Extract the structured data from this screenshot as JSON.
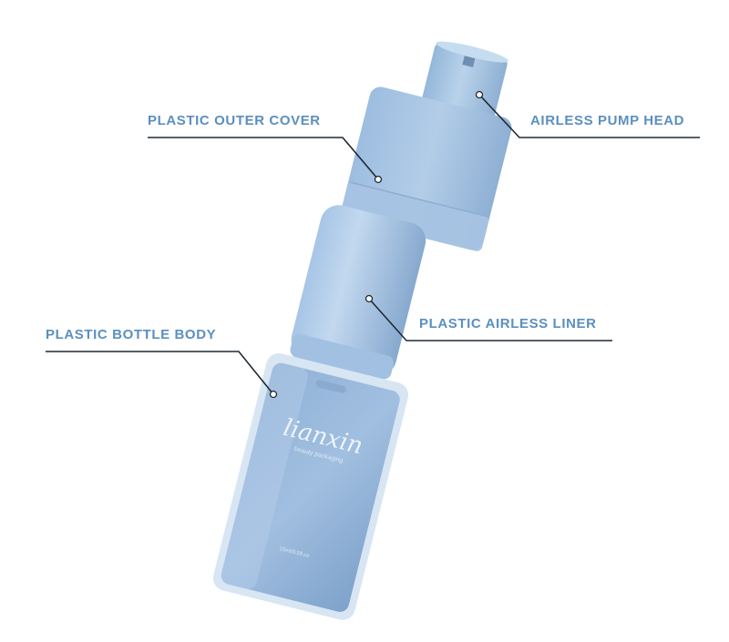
{
  "labels": {
    "outer_cover": "PLASTIC OUTER COVER",
    "pump_head": "AIRLESS PUMP HEAD",
    "airless_liner": "PLASTIC AIRLESS LINER",
    "bottle_body": "PLASTIC BOTTLE BODY"
  },
  "bottle_print": {
    "brand": "lianxin",
    "tagline": "beauty packaging",
    "volume": "15ml/0.5fl.oz"
  },
  "colors": {
    "label_text": "#5b8fc0",
    "leader_line": "#1f2a33",
    "component_blue": "#a9c6e4"
  }
}
